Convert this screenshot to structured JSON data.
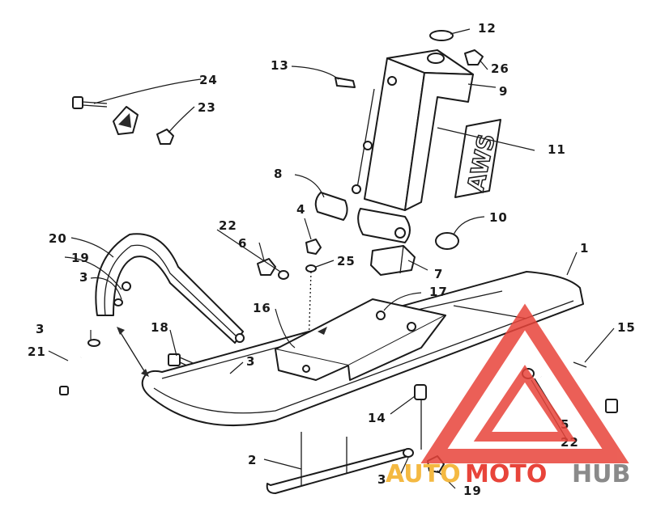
{
  "diagram": {
    "decal_text": "AWS",
    "callouts": [
      {
        "id": "c1",
        "label": "1"
      },
      {
        "id": "c2",
        "label": "2"
      },
      {
        "id": "c3a",
        "label": "3"
      },
      {
        "id": "c3b",
        "label": "3"
      },
      {
        "id": "c3c",
        "label": "3"
      },
      {
        "id": "c3d",
        "label": "3"
      },
      {
        "id": "c4",
        "label": "4"
      },
      {
        "id": "c5",
        "label": "5"
      },
      {
        "id": "c6",
        "label": "6"
      },
      {
        "id": "c7",
        "label": "7"
      },
      {
        "id": "c8",
        "label": "8"
      },
      {
        "id": "c9",
        "label": "9"
      },
      {
        "id": "c10",
        "label": "10"
      },
      {
        "id": "c11",
        "label": "11"
      },
      {
        "id": "c12",
        "label": "12"
      },
      {
        "id": "c13",
        "label": "13"
      },
      {
        "id": "c14",
        "label": "14"
      },
      {
        "id": "c15",
        "label": "15"
      },
      {
        "id": "c16",
        "label": "16"
      },
      {
        "id": "c17",
        "label": "17"
      },
      {
        "id": "c18",
        "label": "18"
      },
      {
        "id": "c19a",
        "label": "19"
      },
      {
        "id": "c19b",
        "label": "19"
      },
      {
        "id": "c20",
        "label": "20"
      },
      {
        "id": "c21",
        "label": "21"
      },
      {
        "id": "c22a",
        "label": "22"
      },
      {
        "id": "c22b",
        "label": "22"
      },
      {
        "id": "c23",
        "label": "23"
      },
      {
        "id": "c24",
        "label": "24"
      },
      {
        "id": "c25",
        "label": "25"
      },
      {
        "id": "c26",
        "label": "26"
      }
    ]
  },
  "watermark": {
    "word_1": "AUTO",
    "word_2": "MOTO",
    "word_3": "HUB",
    "color_1": "#f4b942",
    "color_2": "#e8443a",
    "color_3": "#8a8a8a",
    "logo_color": "#e8443a"
  }
}
